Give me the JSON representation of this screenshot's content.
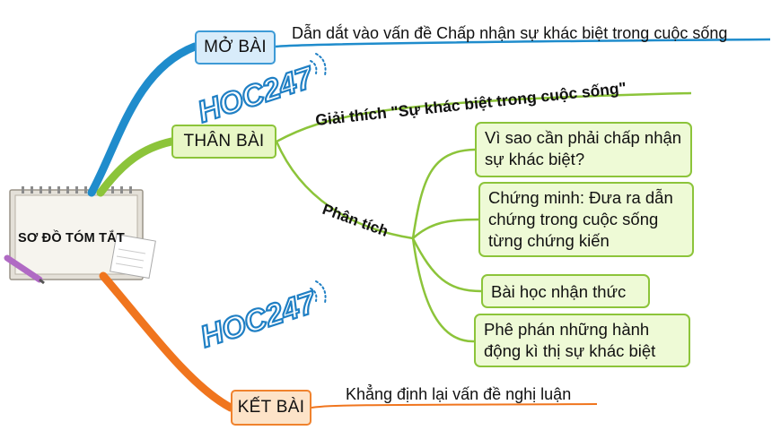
{
  "root": {
    "label": "SƠ ĐỒ TÓM TẮT"
  },
  "branches": {
    "mo_bai": {
      "label": "MỞ BÀI",
      "text": "Dẫn dắt vào vấn đề Chấp nhận sự khác biệt trong cuộc sống"
    },
    "than_bai": {
      "label": "THÂN BÀI",
      "giai_thich": "Giải thích \"Sự khác biệt trong cuộc sống\"",
      "phan_tich": "Phân tích",
      "items": [
        "Vì sao cần phải chấp nhận sự khác biệt?",
        "Chứng minh: Đưa ra dẫn chứng trong cuộc sống từng chứng kiến",
        "Bài học nhận thức",
        "Phê phán những hành động kì thị sự khác biệt"
      ]
    },
    "ket_bai": {
      "label": "KẾT BÀI",
      "text": "Khẳng định lại vấn đề nghị luận"
    }
  },
  "watermark": "HOC247",
  "colors": {
    "blue": "#1f8ccc",
    "green": "#8cc43a",
    "orange": "#f0751e",
    "watermark": "#1f7fc4"
  }
}
